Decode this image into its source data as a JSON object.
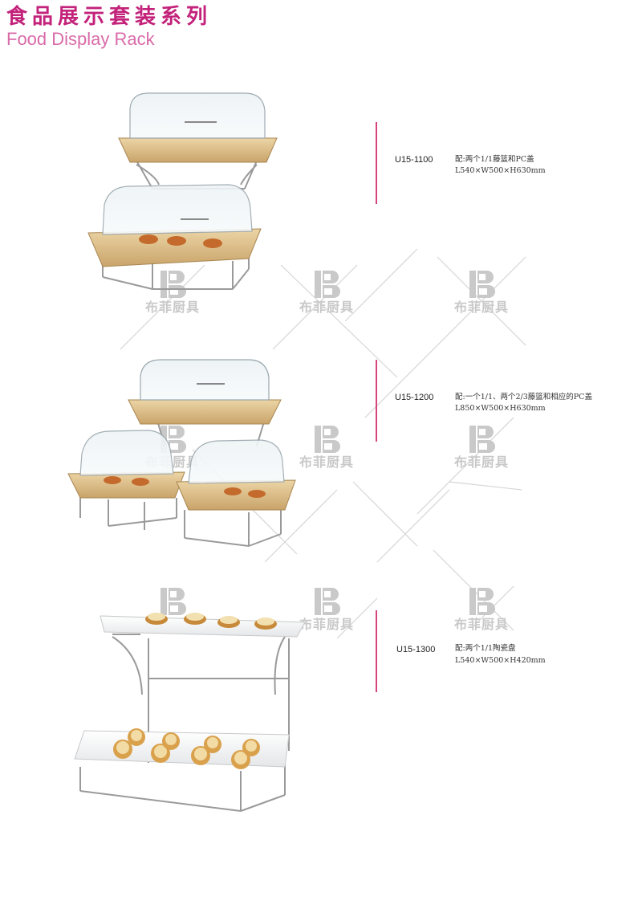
{
  "header": {
    "title_cn": "食品展示套装系列",
    "title_en": "Food Display Rack"
  },
  "watermark": {
    "brand_text": "布菲厨具",
    "logo_letter": "B"
  },
  "products": [
    {
      "model": "U15-1100",
      "spec_line1": "配:两个1/1藤篮和PC盖",
      "spec_line2": "L540×W500×H630mm"
    },
    {
      "model": "U15-1200",
      "spec_line1": "配:一个1/1、两个2/3藤篮和相应的PC盖",
      "spec_line2": "L850×W500×H630mm"
    },
    {
      "model": "U15-1300",
      "spec_line1": "配:两个1/1陶瓷盘",
      "spec_line2": "L540×W500×H420mm"
    }
  ],
  "colors": {
    "accent_title": "#c3227a",
    "accent_subtitle": "#d96aa8",
    "separator": "#d4457f",
    "watermark": "#c9c9c9"
  }
}
